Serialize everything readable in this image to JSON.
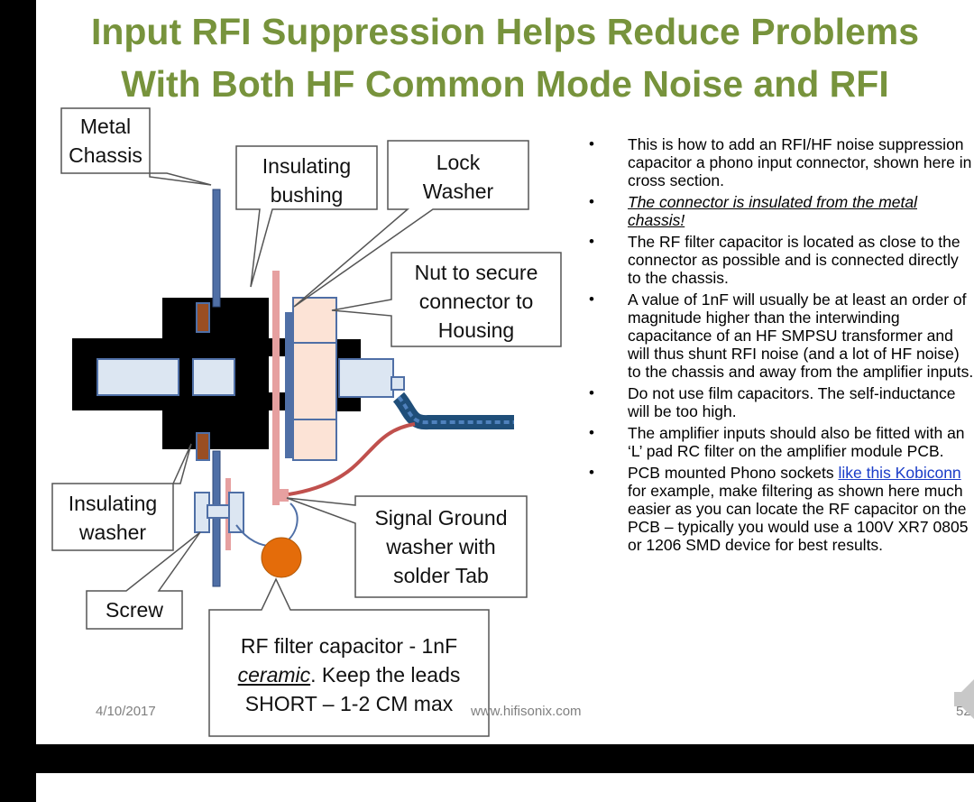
{
  "title": {
    "line1": "Input RFI Suppression Helps Reduce Problems",
    "line2": "With Both HF Common Mode Noise and RFI"
  },
  "callouts": {
    "metal_chassis": [
      "Metal",
      "Chassis"
    ],
    "insulating_bushing": [
      "Insulating",
      "bushing"
    ],
    "lock_washer": [
      "Lock",
      "Washer"
    ],
    "nut": [
      "Nut to secure",
      "connector to",
      "Housing"
    ],
    "insulating_washer": [
      "Insulating",
      "washer"
    ],
    "signal_ground": [
      "Signal Ground",
      "washer with",
      "solder Tab"
    ],
    "screw": "Screw",
    "rf_filter": {
      "line1": "RF filter capacitor -  1nF",
      "line2_em": "ceramic",
      "line2_rest": ". Keep the leads",
      "line3": "SHORT – 1-2 CM max"
    }
  },
  "bullets": {
    "b1": "This is how to add an RFI/HF noise suppression capacitor a phono input connector, shown here in cross section.",
    "b2": "The connector is insulated from the metal chassis!",
    "b3": "The RF filter capacitor is located as close to the connector as possible and is connected directly to the chassis.",
    "b4": "A value of 1nF will usually be at least an order of magnitude higher than the interwinding capacitance of an HF SMPSU transformer and will thus shunt RFI noise (and a lot of HF noise) to the chassis and away from the amplifier inputs.",
    "b5": "Do not use film capacitors. The self-inductance will be too high.",
    "b6": "The amplifier inputs should also be fitted with an ‘L’ pad RC filter on the amplifier module PCB.",
    "b7": {
      "pre": "PCB mounted Phono sockets ",
      "link": "like this Kobiconn",
      "post": " for example, make filtering as shown here much easier as you can locate the RF capacitor on the PCB – typically you would use a 100V XR7 0805 or 1206 SMD device for best results."
    }
  },
  "footer": {
    "date": "4/10/2017",
    "website": "www.hifisonix.com",
    "page": "52"
  },
  "colors": {
    "title": "#77933c",
    "chassis": "#4f6fa6",
    "copper": "#9a4e22",
    "washer_pink": "#e6a0a0",
    "nut_fill": "#fce3d6",
    "connector_light": "#dce6f2",
    "capacitor": "#e46c0a",
    "cable": "#1f4e79",
    "wire_red": "#c0504d"
  }
}
